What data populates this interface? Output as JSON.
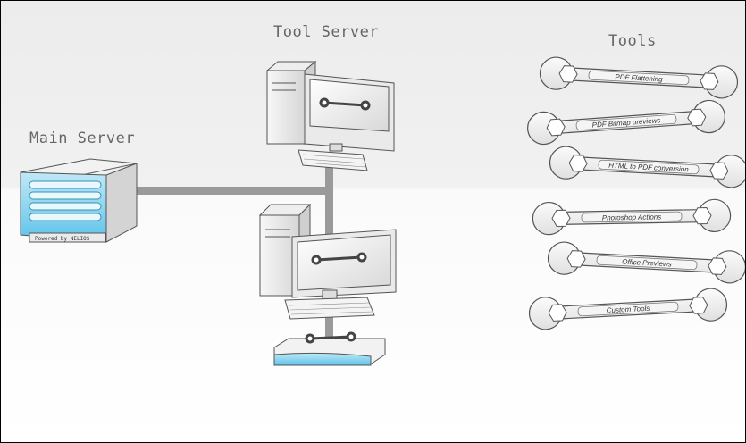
{
  "headings": {
    "main_server": "Main Server",
    "tool_server": "Tool Server",
    "tools": "Tools"
  },
  "main_server": {
    "brand": "Powered by NELIOS",
    "accent_color": "#4bbbe6"
  },
  "tools": [
    {
      "label": "PDF Flattening"
    },
    {
      "label": "PDF Bitmap previews"
    },
    {
      "label": "HTML to PDF conversion"
    },
    {
      "label": "Photoshop Actions"
    },
    {
      "label": "Office Previews"
    },
    {
      "label": "Custom Tools"
    }
  ],
  "colors": {
    "connector": "#9a9a9a",
    "outline": "#555555",
    "accent": "#4bbbe6"
  }
}
